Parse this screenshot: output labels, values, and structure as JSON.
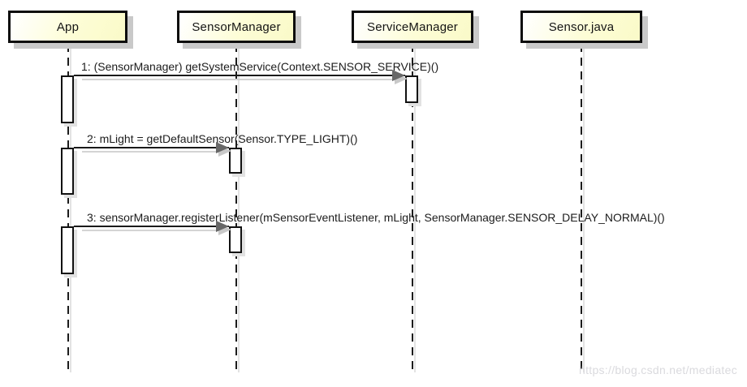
{
  "diagram": {
    "type": "uml-sequence-diagram",
    "actors": [
      {
        "name": "App"
      },
      {
        "name": "SensorManager"
      },
      {
        "name": "ServiceManager"
      },
      {
        "name": "Sensor.java"
      }
    ],
    "messages": [
      {
        "order": "1",
        "label": "1: (SensorManager) getSystemService(Context.SENSOR_SERVICE)()",
        "from": "App",
        "to": "ServiceManager"
      },
      {
        "order": "2",
        "label": "2: mLight = getDefaultSensor(Sensor.TYPE_LIGHT)()",
        "from": "App",
        "to": "SensorManager"
      },
      {
        "order": "3",
        "label": "3: sensorManager.registerListener(mSensorEventListener, mLight, SensorManager.SENSOR_DELAY_NORMAL)()",
        "from": "App",
        "to": "SensorManager"
      }
    ],
    "watermark": "https://blog.csdn.net/mediatec",
    "colors": {
      "actor_fill": "#fdfdd6",
      "actor_border": "#0d0d0d",
      "drop_shadow": "#c9c9c9",
      "arrowhead": "#676767",
      "lifeline": "#1c1c1c",
      "watermark_text": "#dadade"
    }
  }
}
